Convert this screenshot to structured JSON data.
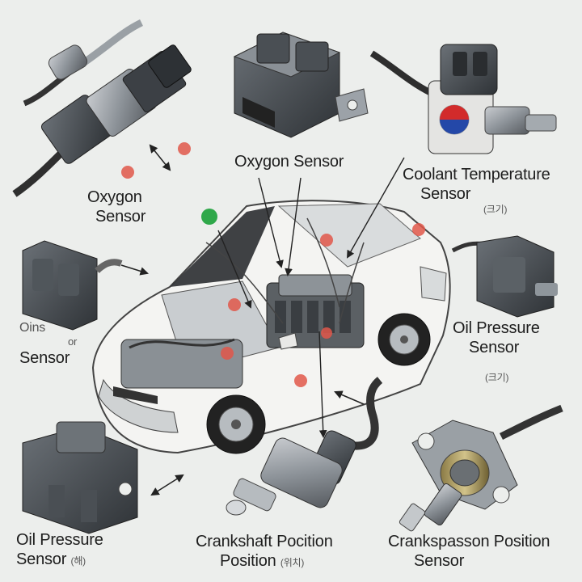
{
  "labels": {
    "oxygen_left": {
      "line1": "Oxygon",
      "line2": "Sensor"
    },
    "oxygen_top": "Oxygon Sensor",
    "coolant": {
      "line1": "Coolant Temperature",
      "line2": "Sensor",
      "note": "(크기)"
    },
    "oil_left_mid": {
      "line1": "Oins",
      "line2": "or",
      "line3": "Sensor"
    },
    "oil_right": {
      "line1": "Oil Pressure",
      "line2": "Sensor",
      "note": "(크기)"
    },
    "oil_bottom_left": {
      "line1": "Oil Pressure",
      "line2": "Sensor",
      "note": "(해)"
    },
    "crank_mid": {
      "line1": "Crankshaft Pocition",
      "line2": "Position",
      "note": "(위치)"
    },
    "crank_right": {
      "line1": "Crankspasson Position",
      "line2": "Sensor"
    }
  },
  "colors": {
    "background": "#eceeec",
    "car_body": "#f4f4f2",
    "metal": "#8e949a",
    "dark_plastic": "#3f4449",
    "marker_red": "#e0574a",
    "marker_green": "#2fa84a",
    "flag_red": "#d22b2b",
    "flag_blue": "#2448a8"
  }
}
